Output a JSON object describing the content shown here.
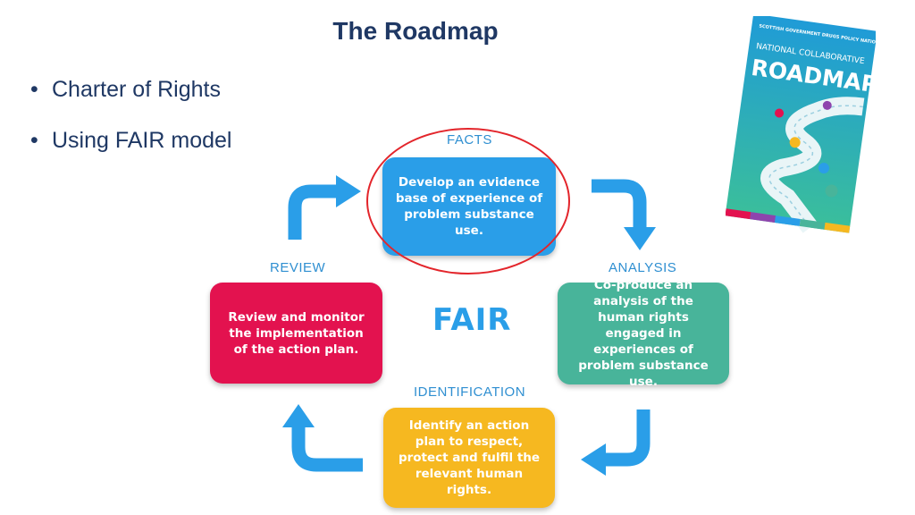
{
  "slide": {
    "title": "The Roadmap",
    "bullets": [
      "Charter of Rights",
      "Using FAIR model"
    ]
  },
  "diagram": {
    "center_label": "FAIR",
    "steps": [
      {
        "key": "facts",
        "label": "FACTS",
        "text": "Develop an evidence base of experience of problem substance use.",
        "color": "#2a9ee8"
      },
      {
        "key": "analysis",
        "label": "ANALYSIS",
        "text": "Co-produce an analysis of the human rights engaged in experiences of problem substance use.",
        "color": "#48b49a"
      },
      {
        "key": "identification",
        "label": "IDENTIFICATION",
        "text": "Identify an action plan to respect, protect and fulfil the relevant human rights.",
        "color": "#f6b820"
      },
      {
        "key": "review",
        "label": "REVIEW",
        "text": "Review and monitor the implementation of the action plan.",
        "color": "#e3124f"
      }
    ],
    "highlight_color": "#e3252b",
    "arrow_color": "#2a9ee8"
  },
  "cover": {
    "publisher": "SCOTTISH GOVERNMENT DRUGS POLICY NATIONAL MISSION",
    "subtitle": "NATIONAL COLLABORATIVE",
    "title": "ROADMAP"
  }
}
